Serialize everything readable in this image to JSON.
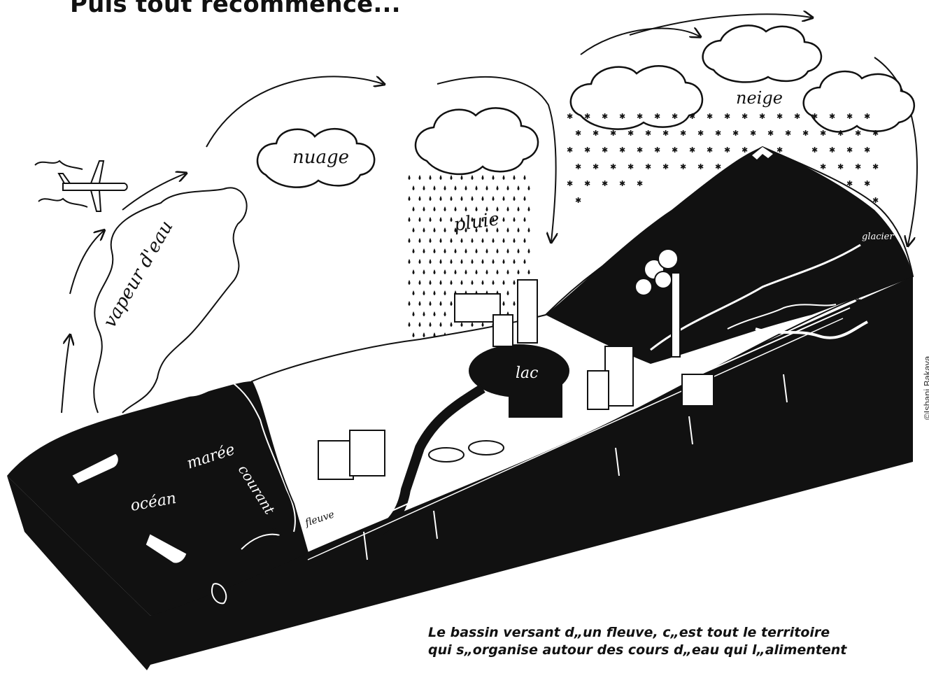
{
  "header": {
    "title": "Puis tout recommence..."
  },
  "caption": {
    "line1": "Le bassin versant d„un fleuve, c„est tout le territoire",
    "line2": "qui s„organise autour des cours d„eau qui l„alimentent"
  },
  "credit": "©Ishani Bakaya",
  "labels": {
    "vapeur": "vapeur d'eau",
    "nuage": "nuage",
    "pluie": "pluie",
    "neige": "neige",
    "glacier": "glacier",
    "lac": "lac",
    "fleuve": "fleuve",
    "courant": "courant",
    "maree": "marée",
    "ocean": "océan"
  },
  "colors": {
    "ink": "#111111",
    "paper": "#ffffff"
  }
}
